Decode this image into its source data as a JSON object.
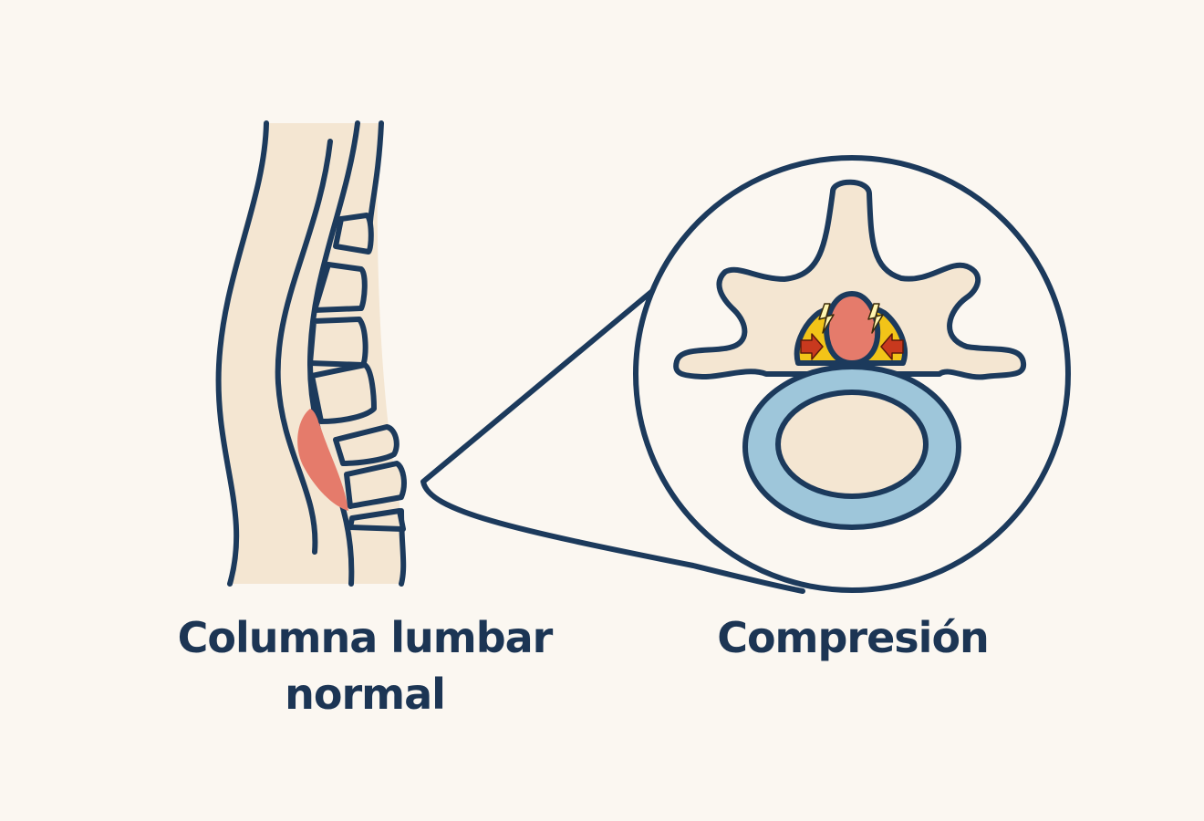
{
  "diagram": {
    "left_panel": {
      "title_line1": "Columna lumbar",
      "title_line2": "normal"
    },
    "right_panel": {
      "title": "Compresión"
    },
    "colors": {
      "outline": "#1c3a5c",
      "bone": "#f4e6d2",
      "background": "#fbf7f1",
      "disc": "#9ec6da",
      "nerve": "#e57b6b",
      "compression": "#f2c418",
      "arrow": "#c8391e",
      "spark": "#fff6b0"
    },
    "icons": [
      "pain-spark-icon",
      "compression-arrow-icon"
    ]
  }
}
